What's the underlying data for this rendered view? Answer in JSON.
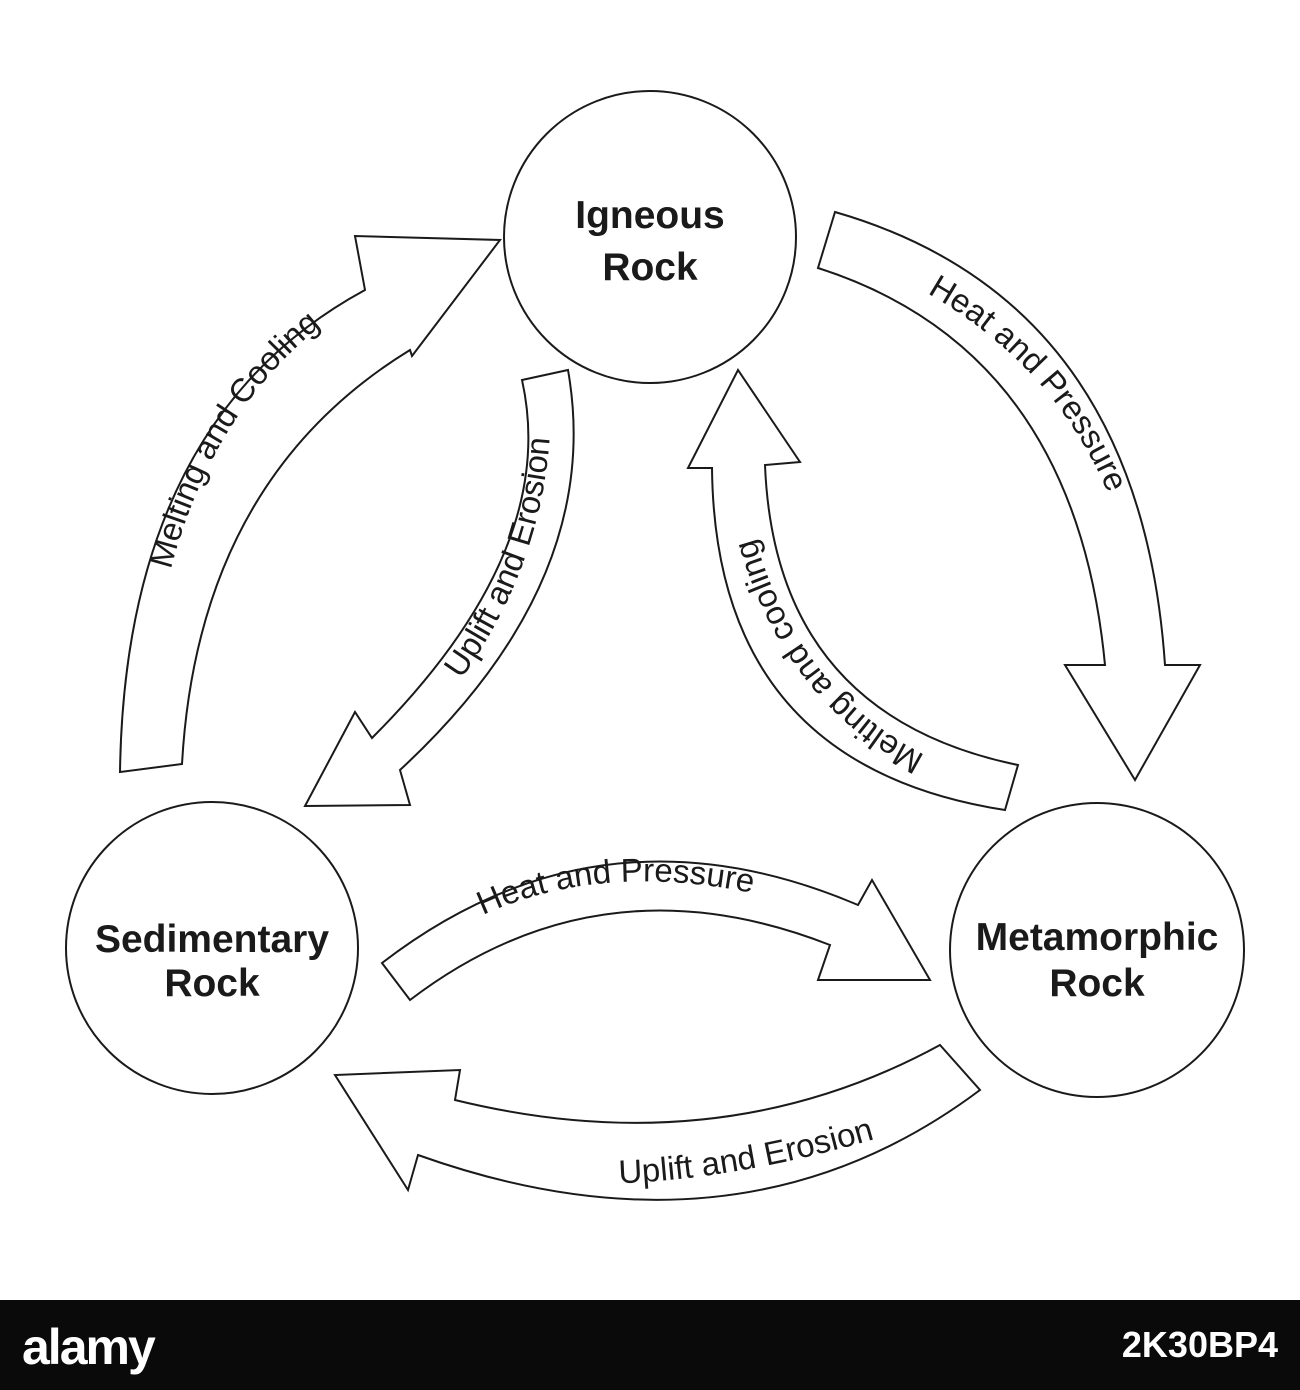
{
  "diagram": {
    "nodes": [
      {
        "id": "igneous",
        "lines": [
          "Igneous",
          "Rock"
        ]
      },
      {
        "id": "sedimentary",
        "lines": [
          "Sedimentary",
          "Rock"
        ]
      },
      {
        "id": "metamorphic",
        "lines": [
          "Metamorphic",
          "Rock"
        ]
      }
    ],
    "edges": [
      {
        "id": "sed-to-ign",
        "from": "sedimentary",
        "to": "igneous",
        "label": "Melting and Cooling"
      },
      {
        "id": "ign-to-met",
        "from": "igneous",
        "to": "metamorphic",
        "label": "Heat and Pressure"
      },
      {
        "id": "ign-to-sed",
        "from": "igneous",
        "to": "sedimentary",
        "label": "Uplift and Erosion"
      },
      {
        "id": "met-to-ign",
        "from": "metamorphic",
        "to": "igneous",
        "label": "Melting and cooling"
      },
      {
        "id": "sed-to-met",
        "from": "sedimentary",
        "to": "metamorphic",
        "label": "Heat and Pressure"
      },
      {
        "id": "met-to-sed",
        "from": "metamorphic",
        "to": "sedimentary",
        "label": "Uplift and Erosion"
      }
    ],
    "colors": {
      "stroke": "#1a1a1a",
      "fill": "#ffffff"
    }
  },
  "footer": {
    "brand": "alamy",
    "image_code": "2K30BP4",
    "colors": {
      "background": "#0a0a0a",
      "text": "#ffffff"
    }
  }
}
